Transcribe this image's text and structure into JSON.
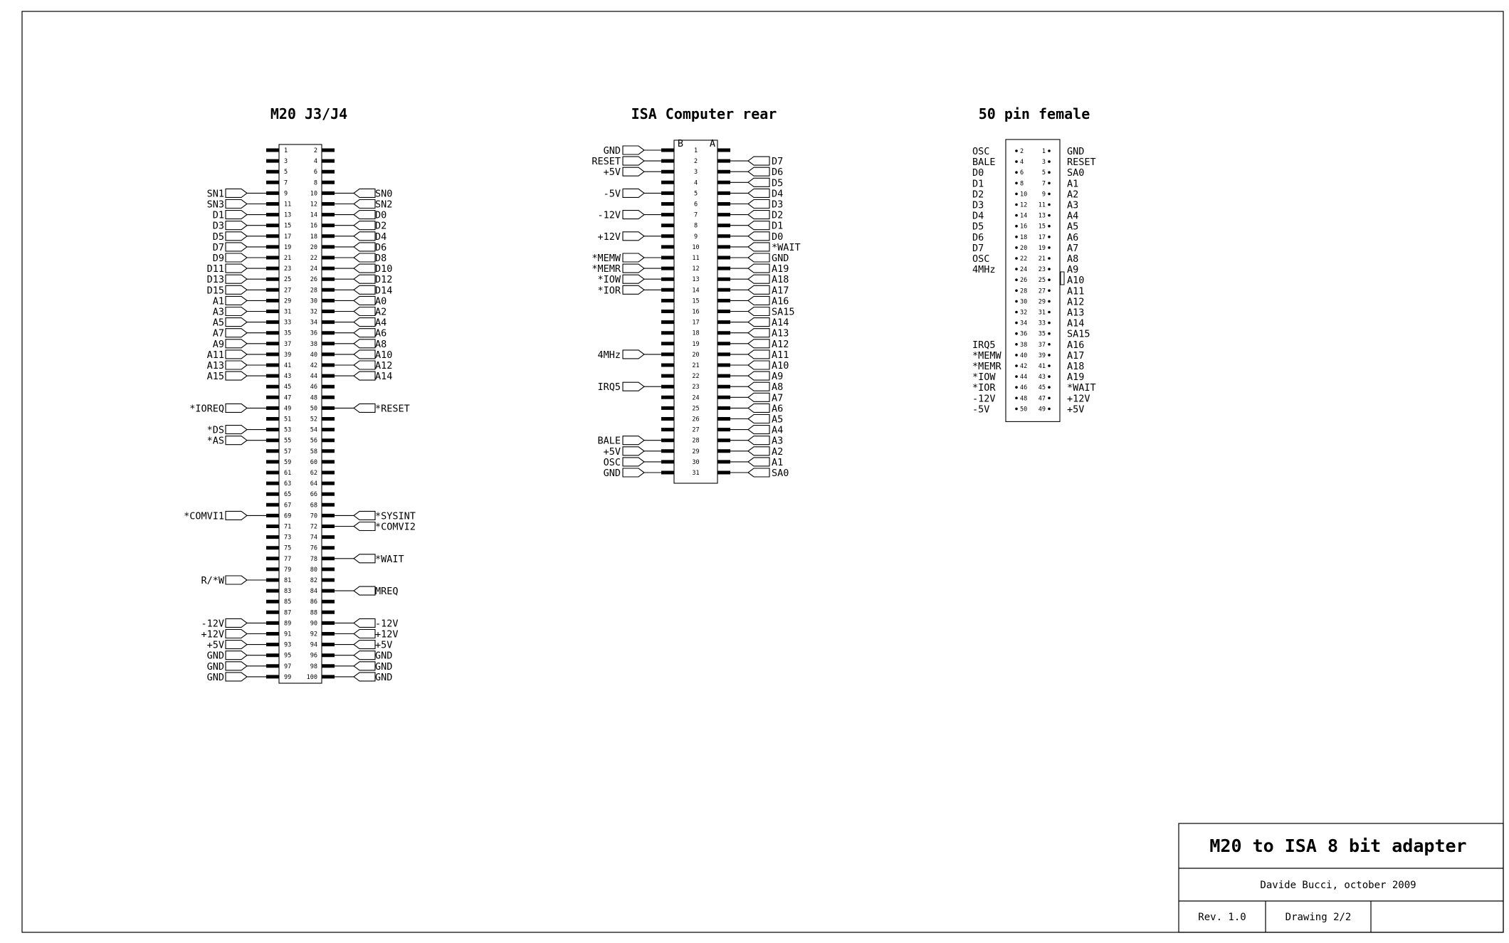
{
  "sheet": {
    "titles": {
      "m20": "M20 J3/J4",
      "isa": "ISA Computer rear",
      "fem": "50 pin female"
    },
    "title_block": {
      "title": "M20 to ISA 8 bit adapter",
      "author": "Davide Bucci, october 2009",
      "revision": "Rev. 1.0",
      "drawing": "Drawing 2/2"
    }
  },
  "m20": {
    "left": {
      "9": "SN1",
      "11": "SN3",
      "13": "D1",
      "15": "D3",
      "17": "D5",
      "19": "D7",
      "21": "D9",
      "23": "D11",
      "25": "D13",
      "27": "D15",
      "29": "A1",
      "31": "A3",
      "33": "A5",
      "35": "A7",
      "37": "A9",
      "39": "A11",
      "41": "A13",
      "43": "A15",
      "49": "*IOREQ",
      "53": "*DS",
      "55": "*AS",
      "69": "*COMVI1",
      "81": "R/*W",
      "89": "-12V",
      "91": "+12V",
      "93": "+5V",
      "95": "GND",
      "97": "GND",
      "99": "GND"
    },
    "right": {
      "10": "SN0",
      "12": "SN2",
      "14": "D0",
      "16": "D2",
      "18": "D4",
      "20": "D6",
      "22": "D8",
      "24": "D10",
      "26": "D12",
      "28": "D14",
      "30": "A0",
      "32": "A2",
      "34": "A4",
      "36": "A6",
      "38": "A8",
      "40": "A10",
      "42": "A12",
      "44": "A14",
      "50": "*RESET",
      "70": "*SYSINT",
      "72": "*COMVI2",
      "78": "*WAIT",
      "84": "MREQ",
      "90": "-12V",
      "92": "+12V",
      "94": "+5V",
      "96": "GND",
      "98": "GND",
      "100": "GND"
    }
  },
  "isa": {
    "side_b": "B",
    "side_a": "A",
    "left": {
      "1": "GND",
      "2": "RESET",
      "3": "+5V",
      "5": "-5V",
      "7": "-12V",
      "9": "+12V",
      "11": "*MEMW",
      "12": "*MEMR",
      "13": "*IOW",
      "14": "*IOR",
      "20": "4MHz",
      "23": "IRQ5",
      "28": "BALE",
      "29": "+5V",
      "30": "OSC",
      "31": "GND"
    },
    "right": {
      "2": "D7",
      "3": "D6",
      "4": "D5",
      "5": "D4",
      "6": "D3",
      "7": "D2",
      "8": "D1",
      "9": "D0",
      "10": "*WAIT",
      "11": "GND",
      "12": "A19",
      "13": "A18",
      "14": "A17",
      "15": "A16",
      "16": "SA15",
      "17": "A14",
      "18": "A13",
      "19": "A12",
      "20": "A11",
      "21": "A10",
      "22": "A9",
      "23": "A8",
      "24": "A7",
      "25": "A6",
      "26": "A5",
      "27": "A4",
      "28": "A3",
      "29": "A2",
      "30": "A1",
      "31": "SA0"
    }
  },
  "female50": {
    "left": {
      "1": "OSC",
      "2": "BALE",
      "3": "D0",
      "4": "D1",
      "5": "D2",
      "6": "D3",
      "7": "D4",
      "8": "D5",
      "9": "D6",
      "10": "D7",
      "11": "OSC",
      "12": "4MHz",
      "19": "IRQ5",
      "20": "*MEMW",
      "21": "*MEMR",
      "22": "*IOW",
      "23": "*IOR",
      "24": "-12V",
      "25": "-5V"
    },
    "right": {
      "1": "GND",
      "2": "RESET",
      "3": "SA0",
      "4": "A1",
      "5": "A2",
      "6": "A3",
      "7": "A4",
      "8": "A5",
      "9": "A6",
      "10": "A7",
      "11": "A8",
      "12": "A9",
      "13": "A10",
      "14": "A11",
      "15": "A12",
      "16": "A13",
      "17": "A14",
      "18": "SA15",
      "19": "A16",
      "20": "A17",
      "21": "A18",
      "22": "A19",
      "23": "*WAIT",
      "24": "+12V",
      "25": "+5V"
    }
  }
}
